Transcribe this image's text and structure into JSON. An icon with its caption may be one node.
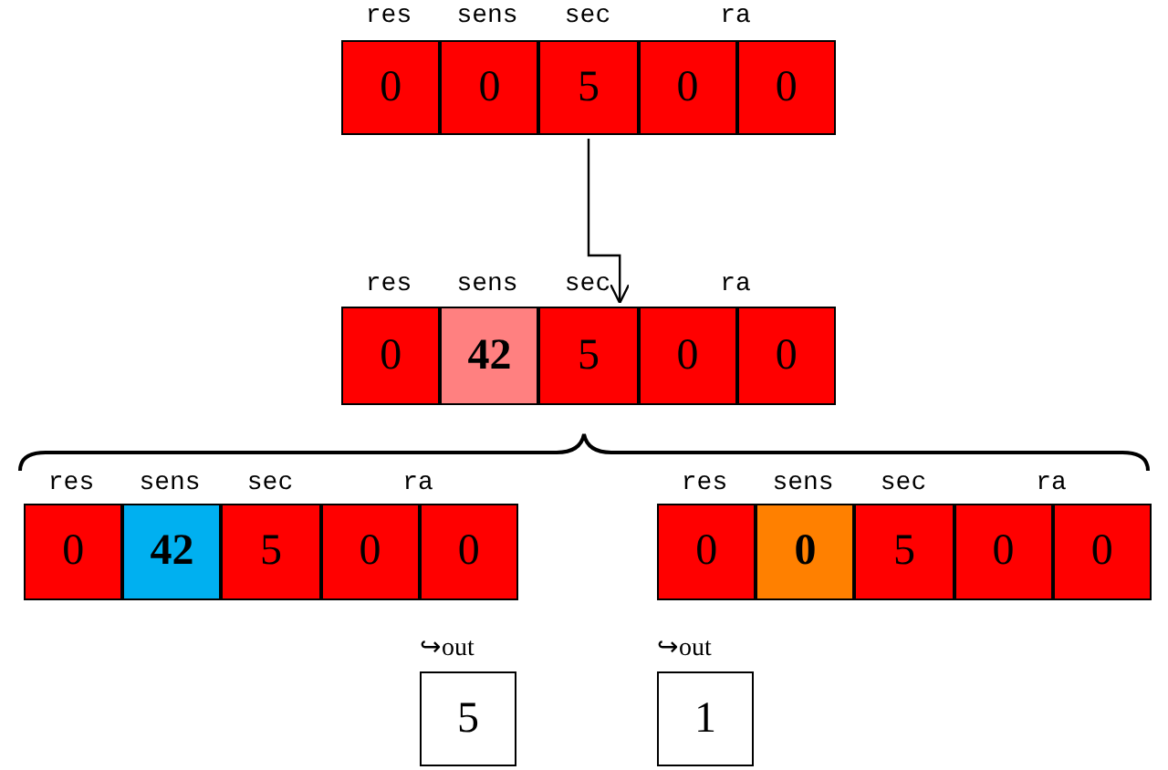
{
  "diagram": {
    "nodes": [
      {
        "text": [
          "0"
        ]
      },
      {
        "text": [
          "0"
        ]
      },
      {
        "text": [
          "5"
        ]
      },
      {
        "text": [
          "0"
        ]
      },
      {
        "text": [
          "0"
        ]
      },
      {
        "text": [
          "0"
        ]
      },
      {
        "text": [
          "42"
        ]
      },
      {
        "text": [
          "5"
        ]
      },
      {
        "text": [
          "0"
        ]
      },
      {
        "text": [
          "0"
        ]
      },
      {
        "text": [
          "0"
        ]
      },
      {
        "text": [
          "42"
        ]
      },
      {
        "text": [
          "5"
        ]
      },
      {
        "text": [
          "0"
        ]
      },
      {
        "text": [
          "0"
        ]
      },
      {
        "text": [
          "0"
        ]
      },
      {
        "text": [
          "0"
        ]
      },
      {
        "text": [
          "5"
        ]
      },
      {
        "text": [
          "0"
        ]
      },
      {
        "text": [
          "0"
        ]
      },
      {
        "text": [
          "5"
        ],
        "beside": [
          "↪out"
        ]
      },
      {
        "text": [
          "1"
        ],
        "beside": [
          "↪out"
        ]
      }
    ],
    "edges": [
      {
        "from": 2,
        "to": 7,
        "arrow": "to"
      }
    ],
    "labels": [
      "res",
      "sens",
      "sec",
      "ra",
      "res",
      "sens",
      "sec",
      "ra",
      "res",
      "sens",
      "sec",
      "ra",
      "res",
      "sens",
      "sec",
      "ra"
    ]
  }
}
